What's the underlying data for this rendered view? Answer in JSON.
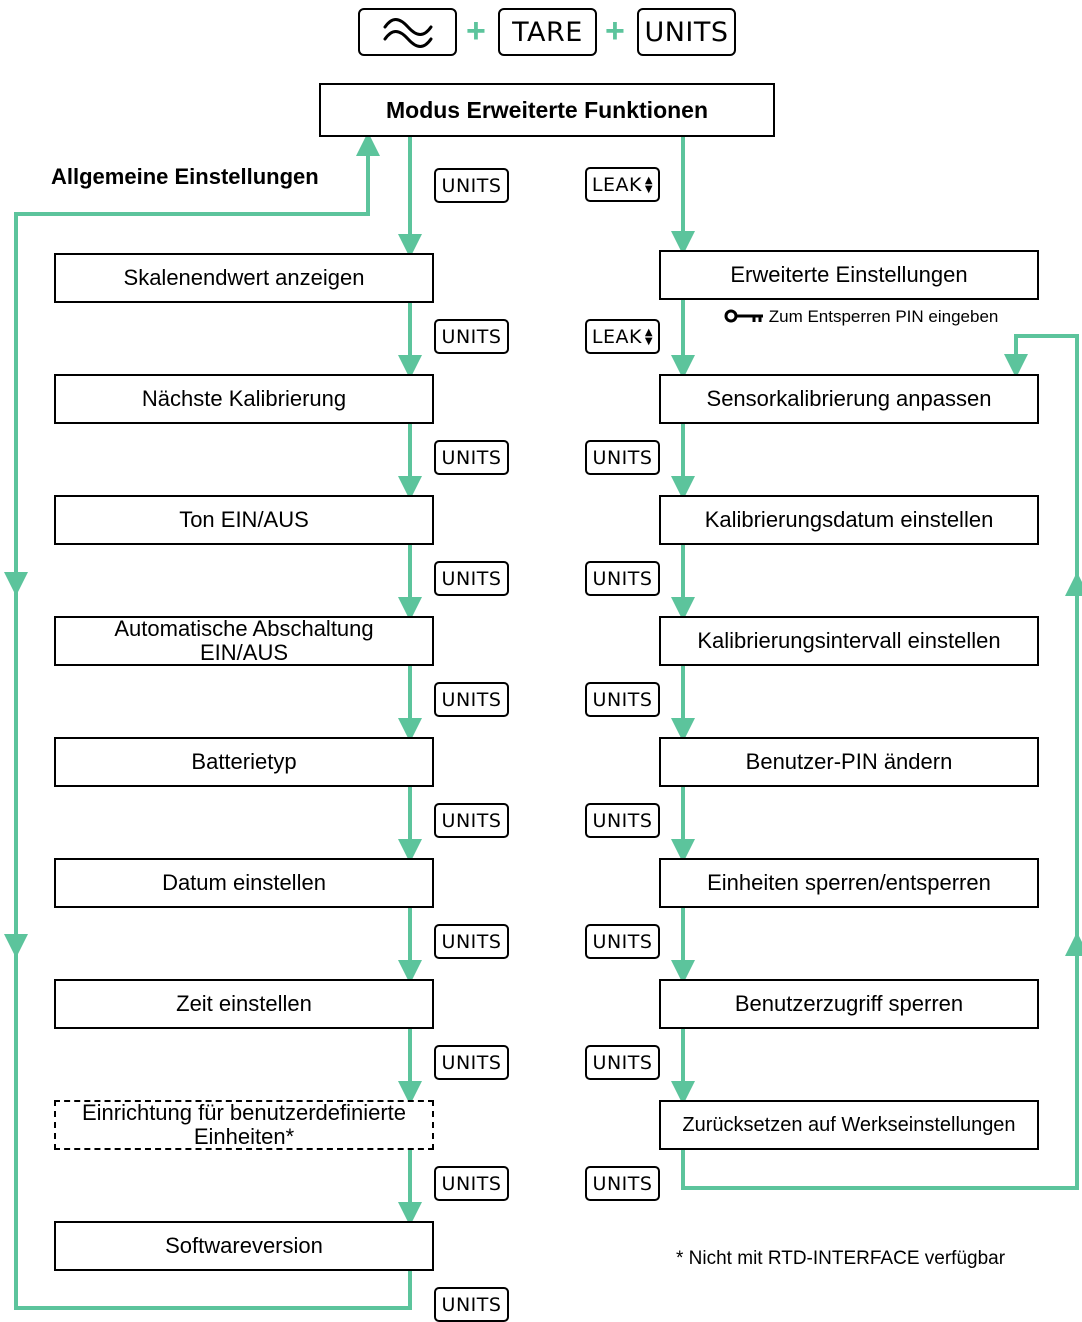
{
  "header": {
    "key_wave_icon": "wave-icon",
    "key_tare": "TARE",
    "key_units": "UNITS",
    "plus_sign": "+"
  },
  "mode_title": "Modus Erweiterte Funktionen",
  "left_heading": "Allgemeine Einstellungen",
  "nav_key_units": "UNITS",
  "nav_key_leak": "LEAK",
  "left_steps": [
    "Skalenendwert anzeigen",
    "Nächste Kalibrierung",
    "Ton EIN/AUS",
    "Automatische Abschaltung EIN/AUS",
    "Batterietyp",
    "Datum einstellen",
    "Zeit einstellen",
    "Einrichtung für benutzerdefinierte Einheiten*",
    "Softwareversion"
  ],
  "right_steps": [
    "Erweiterte Einstellungen",
    "Sensorkalibrierung anpassen",
    "Kalibrierungsdatum einstellen",
    "Kalibrierungsintervall einstellen",
    "Benutzer-PIN ändern",
    "Einheiten sperren/entsperren",
    "Benutzerzugriff sperren",
    "Zurücksetzen auf Werkseinstellungen"
  ],
  "pin_note": "Zum Entsperren PIN eingeben",
  "footnote": "* Nicht mit RTD-INTERFACE verfügbar",
  "colors": {
    "arrow": "#5cc49c",
    "border": "#000000",
    "background": "#ffffff"
  }
}
